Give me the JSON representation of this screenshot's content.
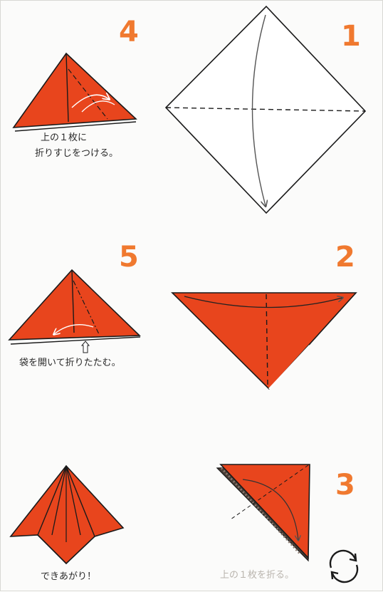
{
  "steps": [
    {
      "number": "1"
    },
    {
      "number": "2"
    },
    {
      "number": "3",
      "caption": "上の１枚を折る。"
    },
    {
      "number": "4",
      "caption_line1": "上の１枚に",
      "caption_line2": "折りすじをつける。"
    },
    {
      "number": "5",
      "caption": "袋を開いて折りたたむ。"
    }
  ],
  "finish": {
    "caption": "できあがり！"
  },
  "colors": {
    "paper_front": "#e8451d",
    "paper_outline": "#1a1a1a",
    "step_number": "#f0792f",
    "background": "#fbfbfa"
  },
  "icons": [
    "flip-over-icon",
    "arrow-fold-icon",
    "push-arrow-icon"
  ]
}
